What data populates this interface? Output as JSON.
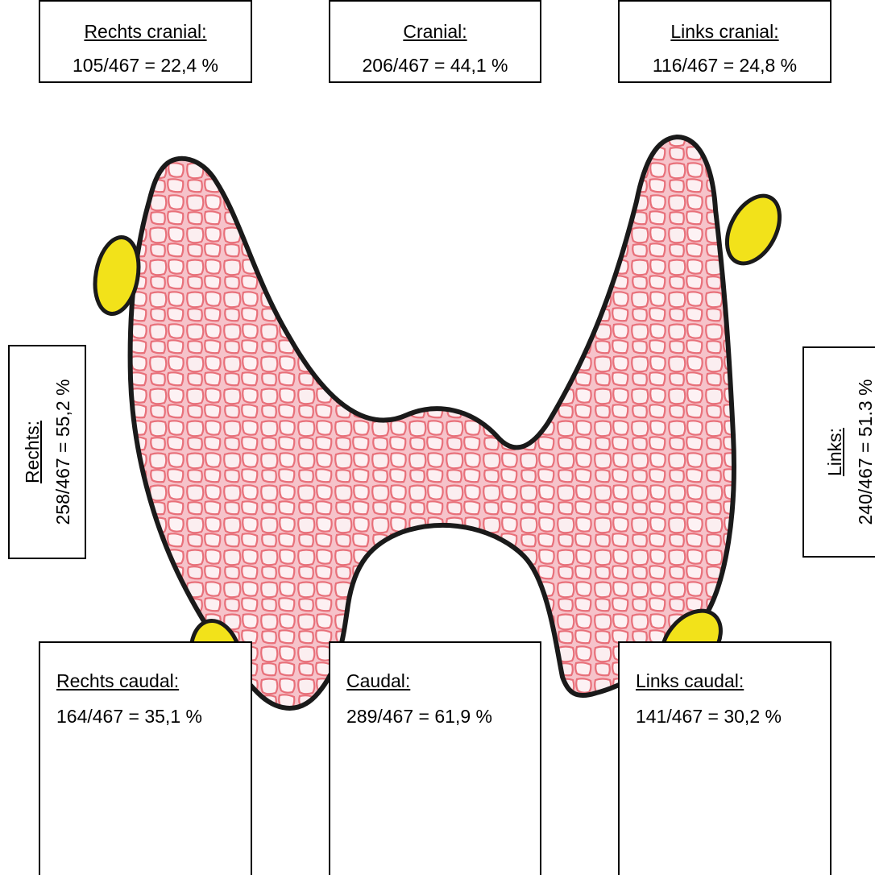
{
  "labels": {
    "rechts_cranial": {
      "title": "Rechts cranial:",
      "value": "105/467 = 22,4 %"
    },
    "cranial": {
      "title": "Cranial:",
      "value": "206/467 = 44,1 %"
    },
    "links_cranial": {
      "title": "Links cranial:",
      "value": "116/467 = 24,8 %"
    },
    "rechts": {
      "title": "Rechts:",
      "value": "258/467 = 55,2 %"
    },
    "links": {
      "title": "Links:",
      "value": "240/467 = 51.3 %"
    },
    "rechts_caudal": {
      "title": "Rechts caudal:",
      "value": "164/467 = 35,1 %"
    },
    "caudal": {
      "title": "Caudal:",
      "value": "289/467 = 61,9 %"
    },
    "links_caudal": {
      "title": "Links caudal:",
      "value": "141/467 = 30,2 %"
    }
  },
  "colors": {
    "thyroid_fill": "#f4b8c0",
    "thyroid_lobule_lines": "#e8707a",
    "thyroid_outline": "#1a1a1a",
    "parathyroid_fill": "#f2e21a",
    "box_border": "#000000"
  },
  "icons": {
    "thyroid": "thyroid-gland-drawing",
    "parathyroid": "parathyroid-gland"
  }
}
